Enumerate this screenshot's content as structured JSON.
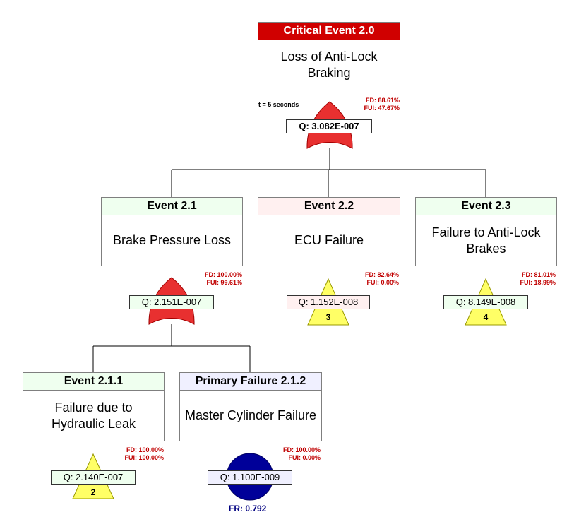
{
  "top": {
    "header": "Critical Event 2.0",
    "title": "Loss of Anti-Lock Braking",
    "q": "Q: 3.082E-007",
    "fd": "FD: 88.61%",
    "fui": "FUI: 47.67%",
    "note": "t = 5 seconds"
  },
  "e21": {
    "header": "Event 2.1",
    "title": "Brake Pressure Loss",
    "q": "Q: 2.151E-007",
    "fd": "FD: 100.00%",
    "fui": "FUI: 99.61%"
  },
  "e22": {
    "header": "Event 2.2",
    "title": "ECU Failure",
    "q": "Q: 1.152E-008",
    "fd": "FD: 82.64%",
    "fui": "FUI: 0.00%",
    "transfer": "3"
  },
  "e23": {
    "header": "Event 2.3",
    "title": "Failure to Anti-Lock Brakes",
    "q": "Q: 8.149E-008",
    "fd": "FD: 81.01%",
    "fui": "FUI: 18.99%",
    "transfer": "4"
  },
  "e211": {
    "header": "Event 2.1.1",
    "title": "Failure due to Hydraulic Leak",
    "q": "Q: 2.140E-007",
    "fd": "FD: 100.00%",
    "fui": "FUI: 100.00%",
    "transfer": "2"
  },
  "e212": {
    "header": "Primary Failure 2.1.2",
    "title": "Master Cylinder Failure",
    "q": "Q: 1.100E-009",
    "fd": "FD: 100.00%",
    "fui": "FUI: 0.00%",
    "fr": "FR: 0.792"
  },
  "colors": {
    "gate_red": "#e83030",
    "transfer_yellow": "#ffff66",
    "basic_blue": "#000099",
    "fd_red": "#c00000"
  }
}
